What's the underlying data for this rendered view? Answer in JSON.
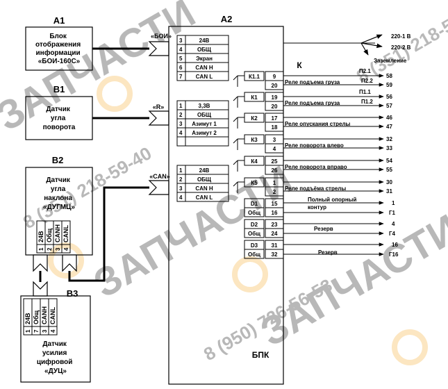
{
  "watermark": {
    "text_a": "ЗАПЧАСТИ",
    "text_b": "8 (351) 218-59-40",
    "text_c": "8 (950) 726-56-53",
    "color": "#f5a623"
  },
  "units": {
    "a1": {
      "id": "А1",
      "title": [
        "Блок",
        "отображения",
        "информации",
        "«БОИ-160С»"
      ]
    },
    "b1": {
      "id": "В1",
      "title": [
        "Датчик",
        "угла",
        "поворота"
      ]
    },
    "b2": {
      "id": "В2",
      "title": [
        "Датчик",
        "угла",
        "наклона",
        "«ДУГМЦ»"
      ],
      "pins": [
        {
          "n": "1",
          "l": "24В"
        },
        {
          "n": "2",
          "l": "Общ"
        },
        {
          "n": "3",
          "l": "CANH"
        },
        {
          "n": "4",
          "l": "CANL"
        }
      ]
    },
    "b3": {
      "id": "В3",
      "title": [
        "Датчик",
        "усилия",
        "цифровой",
        "«ДУЦ»"
      ],
      "pins": [
        {
          "n": "1",
          "l": "24В"
        },
        {
          "n": "7",
          "l": "Общ"
        },
        {
          "n": "3",
          "l": "CANH"
        },
        {
          "n": "4",
          "l": "CANL"
        }
      ]
    },
    "a2": {
      "id": "А2",
      "name": "БПК"
    }
  },
  "connectors": {
    "boi": "«БОИ»",
    "r": "«R»",
    "can": "«CAN»"
  },
  "pin_groups": {
    "boi": [
      {
        "n": "3",
        "l": "24В"
      },
      {
        "n": "4",
        "l": "ОБЩ"
      },
      {
        "n": "5",
        "l": "Экран"
      },
      {
        "n": "6",
        "l": "CAN H"
      },
      {
        "n": "7",
        "l": "CAN L"
      }
    ],
    "r": [
      {
        "n": "1",
        "l": "3,3В"
      },
      {
        "n": "2",
        "l": "ОБЩ"
      },
      {
        "n": "3",
        "l": "Азимут 1"
      },
      {
        "n": "4",
        "l": "Азимут 2"
      },
      {
        "n": "",
        "l": ""
      }
    ],
    "can": [
      {
        "n": "1",
        "l": "24В"
      },
      {
        "n": "2",
        "l": "ОБЩ"
      },
      {
        "n": "3",
        "l": "CAN H"
      },
      {
        "n": "4",
        "l": "CAN L"
      }
    ]
  },
  "power": {
    "v1": "220-1 В",
    "v2": "220-2 В",
    "ground": "Заземление"
  },
  "k_label": "К",
  "relays": [
    {
      "name": "К1.1",
      "pins": [
        "9",
        "20"
      ],
      "desc": "Реле подъема груза",
      "tags": [
        "П2.1",
        "П2.2"
      ],
      "outs": [
        "58",
        "59"
      ]
    },
    {
      "name": "К1",
      "pins": [
        "19",
        "20"
      ],
      "desc": "Реле подъема груза",
      "tags": [
        "П1.1",
        "П1.2"
      ],
      "outs": [
        "56",
        "57"
      ]
    },
    {
      "name": "К2",
      "pins": [
        "17",
        "18"
      ],
      "desc": "Реле опускания стрелы",
      "tags": [
        "",
        ""
      ],
      "outs": [
        "46",
        "47"
      ]
    },
    {
      "name": "К3",
      "pins": [
        "3",
        "4"
      ],
      "desc": "Реле поворота влево",
      "tags": [
        "",
        ""
      ],
      "outs": [
        "32",
        "33"
      ]
    },
    {
      "name": "К4",
      "pins": [
        "25",
        "26"
      ],
      "desc": "Реле поворота вправо",
      "tags": [
        "",
        ""
      ],
      "outs": [
        "54",
        "55"
      ]
    },
    {
      "name": "К5",
      "pins": [
        "1",
        "2"
      ],
      "desc": "Реле подъёма стрелы",
      "tags": [
        "",
        ""
      ],
      "outs": [
        "30",
        "31"
      ]
    }
  ],
  "outputs": [
    {
      "name": "D1",
      "pins": [
        "15",
        "16"
      ],
      "common": "Общ",
      "desc": "Полный опорный контур",
      "outs": [
        "1",
        "Г1"
      ]
    },
    {
      "name": "D2",
      "pins": [
        "23",
        "24"
      ],
      "common": "Общ",
      "desc": "Резерв",
      "outs": [
        "4",
        "Г4"
      ]
    },
    {
      "name": "D3",
      "pins": [
        "31",
        "32"
      ],
      "common": "Общ",
      "desc": "Резерв",
      "outs": [
        "16",
        "Г16"
      ]
    }
  ]
}
